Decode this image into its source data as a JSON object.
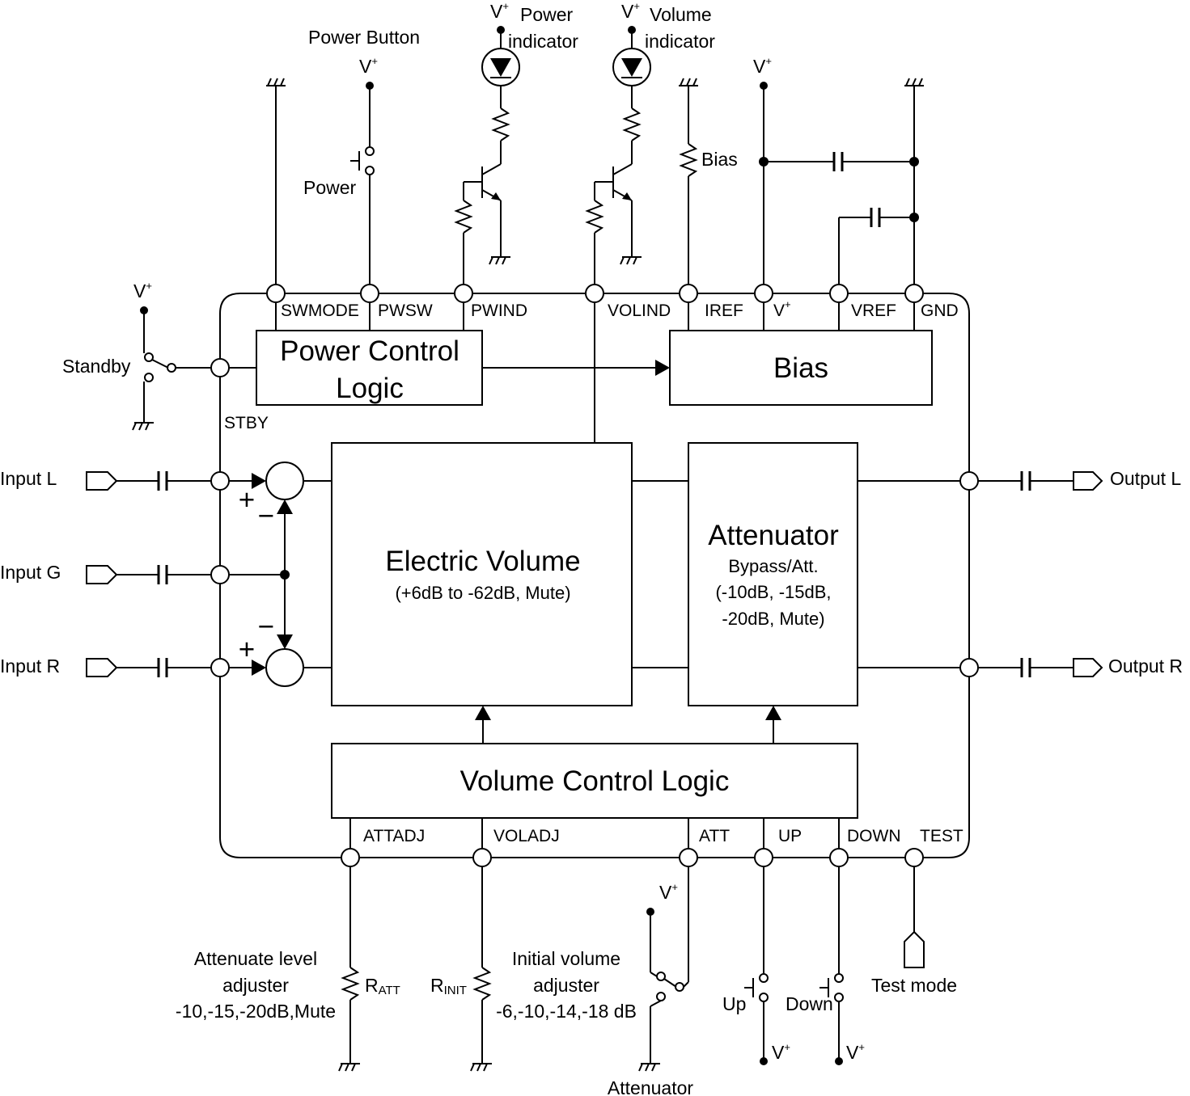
{
  "blocks": {
    "power_control": [
      "Power Control",
      "Logic"
    ],
    "bias": "Bias",
    "electric_volume": [
      "Electric Volume",
      "(+6dB to -62dB, Mute)"
    ],
    "attenuator": [
      "Attenuator",
      "Bypass/Att.",
      "(-10dB, -15dB,",
      "-20dB, Mute)"
    ],
    "volume_control": "Volume Control Logic"
  },
  "pins_top": [
    "SWMODE",
    "PWSW",
    "PWIND",
    "VOLIND",
    "IREF",
    "V+",
    "VREF",
    "GND"
  ],
  "pin_stby": "STBY",
  "pins_bottom": [
    "ATTADJ",
    "VOLADJ",
    "ATT",
    "UP",
    "DOWN",
    "TEST"
  ],
  "inputs": [
    "Input L",
    "Input G",
    "Input R"
  ],
  "outputs": [
    "Output L",
    "Output R"
  ],
  "labels": {
    "power_button": "Power Button",
    "power": "Power",
    "power_indicator": [
      "Power",
      "indicator"
    ],
    "volume_indicator": [
      "Volume",
      "indicator"
    ],
    "bias_resistor": "Bias",
    "standby": "Standby",
    "vplus": "V",
    "vplus_sup": "+",
    "att_level": [
      "Attenuate level",
      "adjuster",
      "-10,-15,-20dB,Mute"
    ],
    "r_att": [
      "R",
      "ATT"
    ],
    "r_init": [
      "R",
      "INIT"
    ],
    "initial_volume": [
      "Initial volume",
      "adjuster",
      "-6,-10,-14,-18 dB"
    ],
    "attenuator_switch": "Attenuator",
    "up": "Up",
    "down": "Down",
    "test_mode": "Test mode",
    "plus": "+",
    "minus": "−"
  }
}
